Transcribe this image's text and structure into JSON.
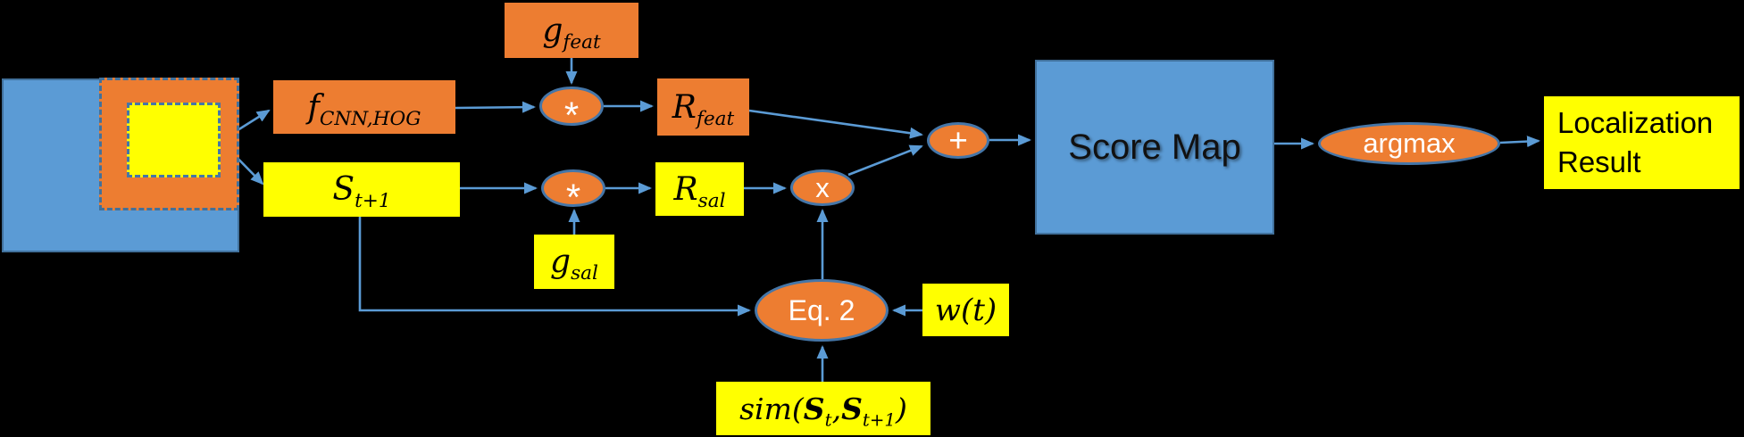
{
  "colors": {
    "background": "#000000",
    "blue_fill": "#5B9BD5",
    "blue_border": "#41719C",
    "orange_fill": "#ED7D31",
    "yellow_fill": "#FFFF00",
    "arrow": "#5B9BD5",
    "ellipse_border": "#4576A8",
    "text_dark": "#000000",
    "text_light": "#FFFFFF"
  },
  "nodes": {
    "feature_extractor": {
      "base": "f",
      "sub": "CNN,HOG"
    },
    "saliency_input": {
      "base": "S",
      "sub": "t+1"
    },
    "g_feat": {
      "base": "g",
      "sub": "feat"
    },
    "g_sal": {
      "base": "g",
      "sub": "sal"
    },
    "r_feat": {
      "base": "R",
      "sub": "feat"
    },
    "r_sal": {
      "base": "R",
      "sub": "sal"
    },
    "conv_feat": {
      "symbol": "*"
    },
    "conv_sal": {
      "symbol": "*"
    },
    "multiply": {
      "symbol": "x"
    },
    "add": {
      "symbol": "+"
    },
    "eq2": {
      "label": "Eq. 2"
    },
    "w_t": {
      "label": "w(t)"
    },
    "similarity": {
      "p1": "sim(",
      "b1": "S",
      "sub1": "t",
      "comma": ",",
      "b2": "S",
      "sub2": "t+1",
      "p2": ")"
    },
    "score_map": {
      "label": "Score Map"
    },
    "argmax": {
      "label": "argmax"
    },
    "localization": {
      "line1": "Localization",
      "line2": "Result"
    }
  }
}
